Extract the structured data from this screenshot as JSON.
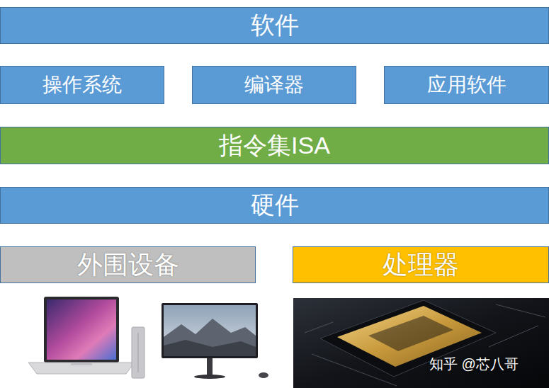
{
  "diagram": {
    "nodes": [
      {
        "text": [
          "软件"
        ]
      },
      {
        "text": [
          "操作系统"
        ]
      },
      {
        "text": [
          "编译器"
        ]
      },
      {
        "text": [
          "应用软件"
        ]
      },
      {
        "text": [
          "指令集ISA"
        ]
      },
      {
        "text": [
          "硬件"
        ]
      },
      {
        "text": [
          "外围设备"
        ]
      },
      {
        "text": [
          "处理器"
        ]
      }
    ],
    "labels": [
      "知乎 @芯八哥"
    ]
  }
}
